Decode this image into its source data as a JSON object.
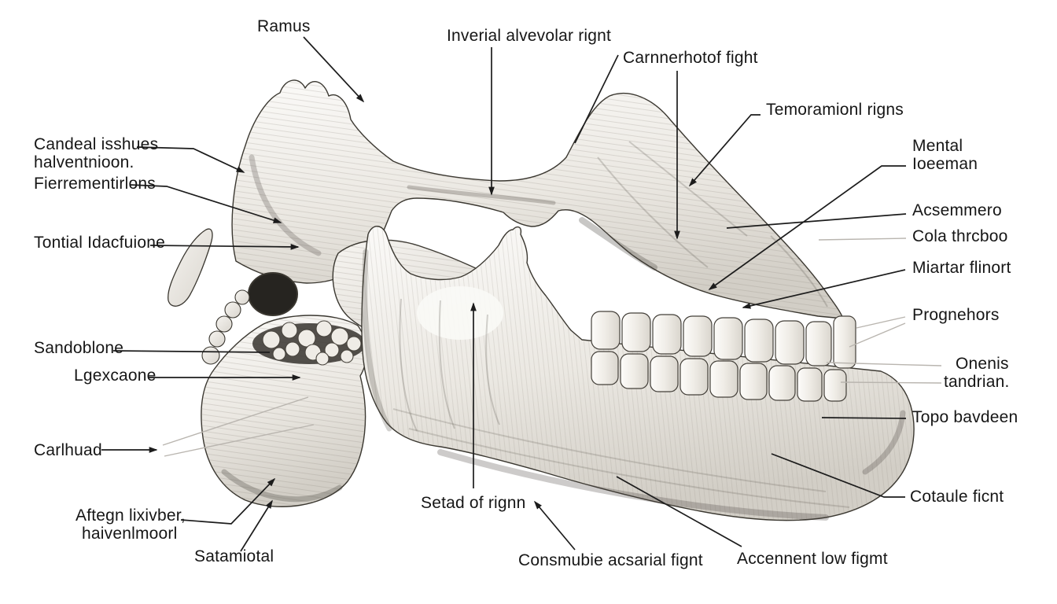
{
  "figure": {
    "kind": "anatomical line-art illustration of a human mandible / temporomandibular region, lateral view, with leader-line labels",
    "background_color": "#ffffff",
    "ink_color": "#1c1c1c",
    "faint_leader_color": "#b9b5af",
    "bone_fill": "#f5f3ef",
    "bone_shade": "#d5d1ca"
  },
  "labels": {
    "ramus": {
      "lines": [
        "Ramus"
      ]
    },
    "inferior": {
      "lines": [
        "Inverial alvevolar rignt"
      ]
    },
    "corner": {
      "lines": [
        "Carnnerhotof fight"
      ]
    },
    "temporal": {
      "lines": [
        "Temoramionl rigns"
      ]
    },
    "mental": {
      "lines": [
        "Mental",
        "Ioeeman"
      ]
    },
    "acsemmero": {
      "lines": [
        "Acsemmero"
      ]
    },
    "cola": {
      "lines": [
        "Cola thrcboo"
      ]
    },
    "miartar": {
      "lines": [
        "Miartar flinort"
      ]
    },
    "prognehors": {
      "lines": [
        "Prognehors"
      ]
    },
    "onenis": {
      "lines": [
        "Onenis",
        "tandrian."
      ]
    },
    "topo": {
      "lines": [
        "Topo bavdeen"
      ]
    },
    "cotaule": {
      "lines": [
        "Cotaule ficnt"
      ]
    },
    "accennent": {
      "lines": [
        "Accennent low figmt"
      ]
    },
    "consmubie": {
      "lines": [
        "Consmubie acsarial fignt"
      ]
    },
    "setad": {
      "lines": [
        "Setad of rignn"
      ]
    },
    "candeal": {
      "lines": [
        "Candeal isshues",
        "halventnioon."
      ]
    },
    "fierrement": {
      "lines": [
        "Fierrementirlons"
      ]
    },
    "tontial": {
      "lines": [
        "Tontial Idacfuione"
      ]
    },
    "sandoblone": {
      "lines": [
        "Sandoblone"
      ]
    },
    "lgexcaone": {
      "lines": [
        "Lgexcaone"
      ]
    },
    "carlhuad": {
      "lines": [
        "Carlhuad"
      ]
    },
    "aftegn": {
      "lines": [
        "Aftegn lixivber,",
        "haivenlmoorl"
      ]
    },
    "satamiotal": {
      "lines": [
        "Satamiotal"
      ]
    }
  }
}
